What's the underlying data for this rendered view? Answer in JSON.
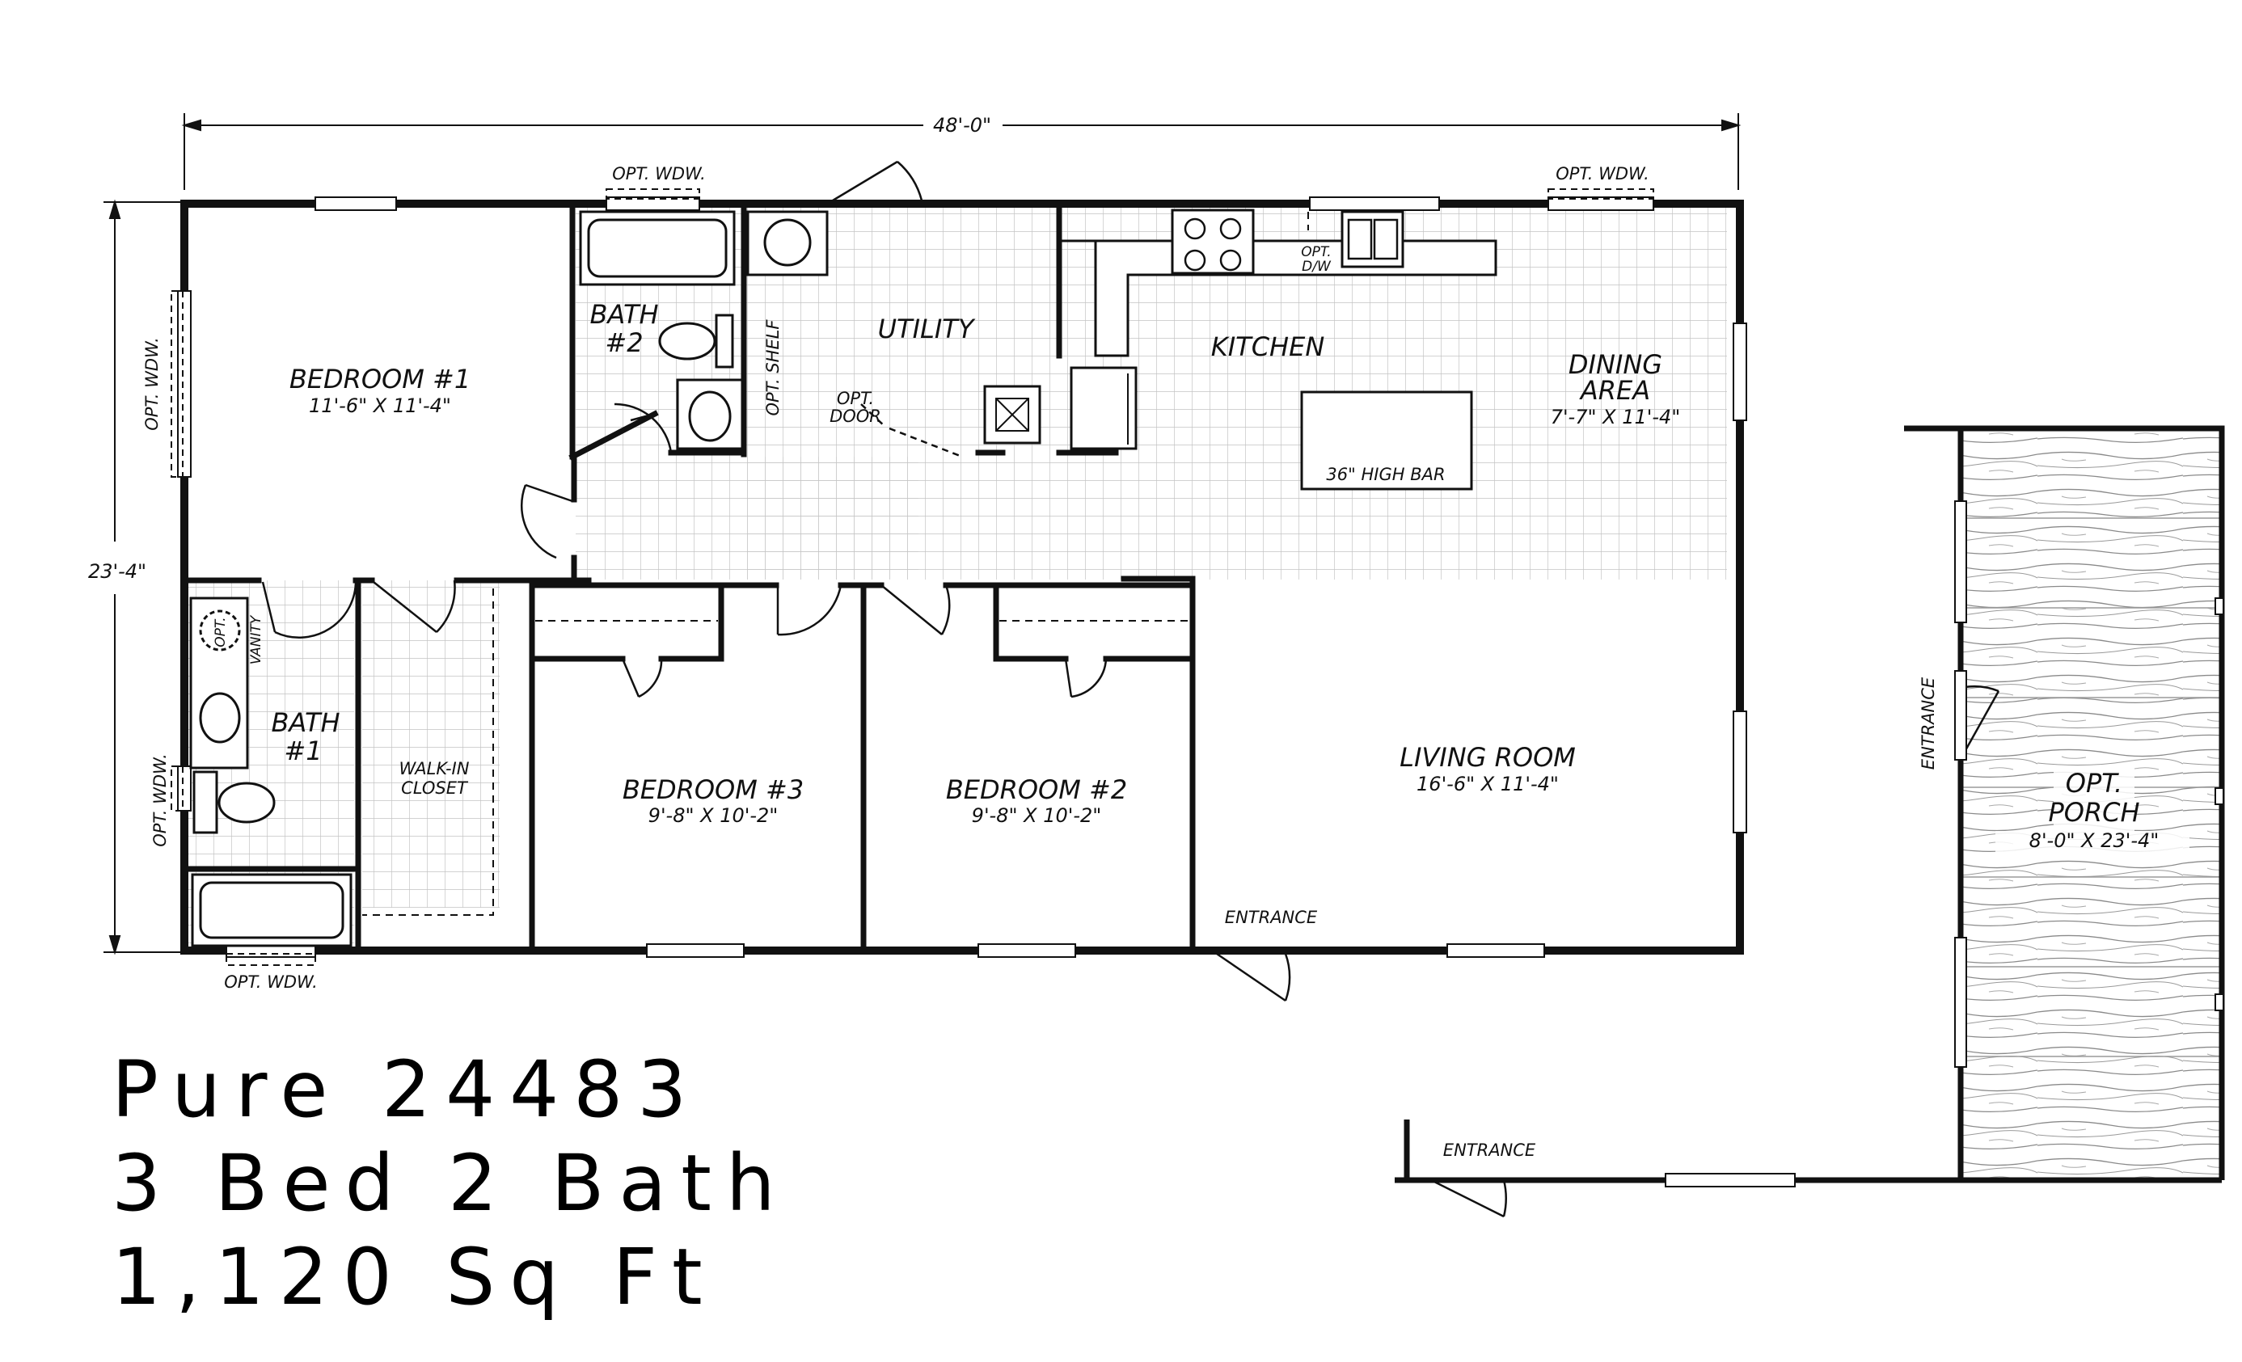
{
  "plan": {
    "overall_width": "48'-0\"",
    "overall_depth": "23'-4\"",
    "rooms": {
      "bedroom1": {
        "name": "BEDROOM #1",
        "dims": "11'-6\" X 11'-4\""
      },
      "bedroom2": {
        "name": "BEDROOM #2",
        "dims": "9'-8\" X 10'-2\""
      },
      "bedroom3": {
        "name": "BEDROOM #3",
        "dims": "9'-8\" X 10'-2\""
      },
      "bath1": {
        "name": "BATH",
        "num": "#1"
      },
      "bath2": {
        "name": "BATH",
        "num": "#2"
      },
      "utility": {
        "name": "UTILITY"
      },
      "kitchen": {
        "name": "KITCHEN"
      },
      "dining": {
        "name": "DINING",
        "name2": "AREA",
        "dims": "7'-7\" X 11'-4\""
      },
      "living": {
        "name": "LIVING ROOM",
        "dims": "16'-6\" X 11'-4\""
      },
      "porch": {
        "name": "OPT.",
        "name2": "PORCH",
        "dims": "8'-0\" X 23'-4\""
      },
      "closet": {
        "name": "WALK-IN",
        "name2": "CLOSET"
      }
    },
    "labels": {
      "opt_wdw": "OPT. WDW.",
      "opt_shelf": "OPT. SHELF",
      "opt_door_1": "OPT.",
      "opt_door_2": "DOOR",
      "opt_dw_1": "OPT.",
      "opt_dw_2": "D/W",
      "vanity": "VANITY",
      "opt": "OPT.",
      "high_bar": "36\" HIGH BAR",
      "entrance": "ENTRANCE"
    }
  },
  "title": {
    "model": "Pure 24483",
    "beds_baths": "3 Bed 2 Bath",
    "area": "1,120 Sq Ft"
  },
  "colors": {
    "ink": "#111111",
    "grid": "#c8c8c8",
    "wood": "#8a8a8a"
  }
}
